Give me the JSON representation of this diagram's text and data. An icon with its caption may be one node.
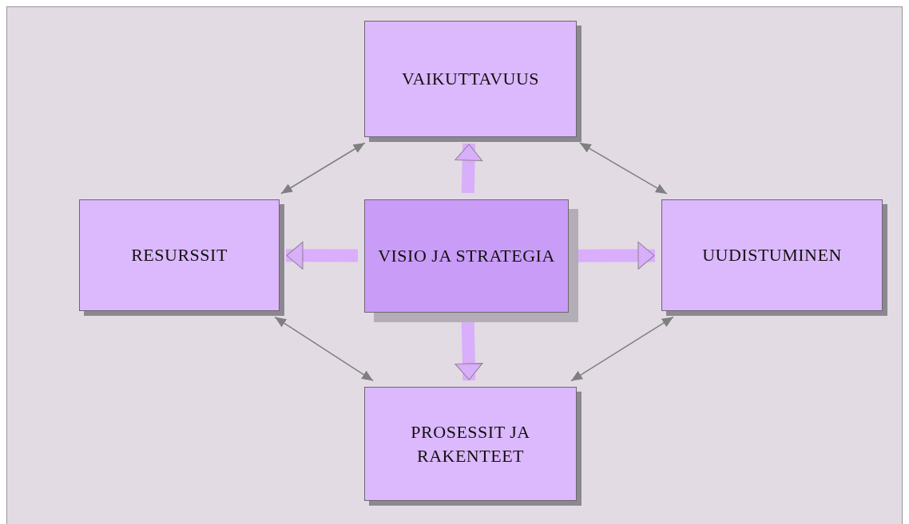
{
  "diagram": {
    "nodes": [
      {
        "text": [
          "VAIKUTTAVUUS"
        ]
      },
      {
        "text": [
          "RESURSSIT"
        ]
      },
      {
        "text": [
          "VISIO JA STRATEGIA"
        ]
      },
      {
        "text": [
          "UUDISTUMINEN"
        ]
      },
      {
        "text": [
          "PROSESSIT JA RAKENTEET"
        ]
      }
    ],
    "edges": [
      {
        "from": 1,
        "to": 0,
        "arrow": "both"
      },
      {
        "from": 0,
        "to": 3,
        "arrow": "both"
      },
      {
        "from": 1,
        "to": 4,
        "arrow": "both"
      },
      {
        "from": 3,
        "to": 4,
        "arrow": "both"
      },
      {
        "from": 2,
        "to": 0,
        "arrow": "to",
        "style": "thick",
        "color": "#d9aefa"
      },
      {
        "from": 2,
        "to": 1,
        "arrow": "to",
        "style": "thick",
        "color": "#d9aefa"
      },
      {
        "from": 2,
        "to": 3,
        "arrow": "to",
        "style": "thick",
        "color": "#d9aefa"
      },
      {
        "from": 2,
        "to": 4,
        "arrow": "to",
        "style": "thick",
        "color": "#d9aefa"
      }
    ]
  }
}
